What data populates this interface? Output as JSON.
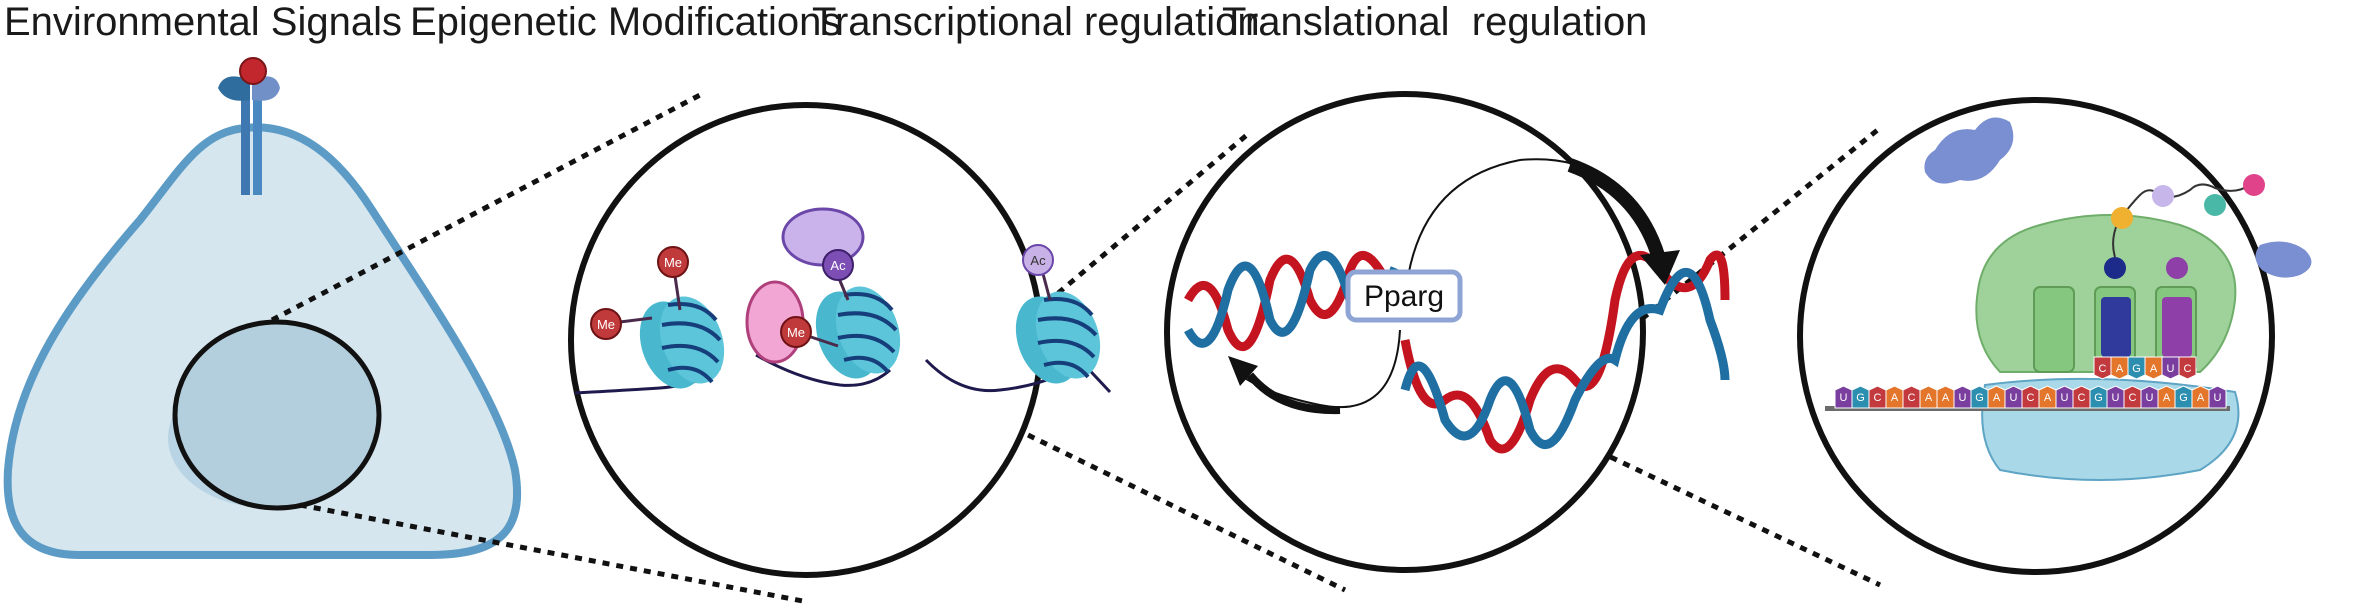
{
  "titles": {
    "env": "Environmental Signals",
    "epi": "Epigenetic Modifications",
    "trans": "Transcriptional regulation",
    "transl": "Translational  regulation"
  },
  "marks": {
    "me": "Me",
    "ac": "Ac"
  },
  "gene_label": "Pparg",
  "mrna_bases": [
    "U",
    "G",
    "C",
    "A",
    "C",
    "A",
    "A",
    "U",
    "G",
    "A",
    "U",
    "C",
    "A",
    "U",
    "C",
    "G",
    "U",
    "C",
    "U",
    "A",
    "G",
    "A",
    "U"
  ],
  "trna_anticodon_bases": [
    "C",
    "A",
    "G",
    "A",
    "U",
    "C"
  ],
  "colors": {
    "cell_fill": "#d6e6ef",
    "cell_stroke": "#5b9bc5",
    "nucleus_fill": "#b3cfde",
    "histone": "#49b8cf",
    "methyl": "#c0393b",
    "acetyl": "#7d4fb5",
    "dna_red": "#c4141f",
    "dna_blue": "#1f6fa3",
    "ribosome_large": "#9fd29a",
    "ribosome_small": "#a9d8e8"
  }
}
